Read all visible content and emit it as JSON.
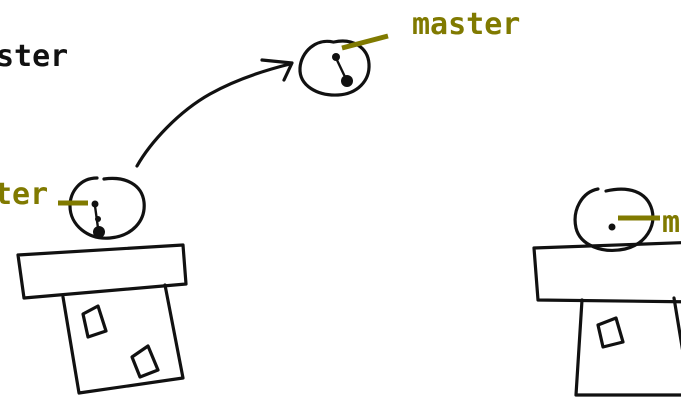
{
  "colors": {
    "branch": "#807a00",
    "ink": "#111111",
    "background": "#ffffff"
  },
  "labels": {
    "top_left_fragment": "ster",
    "remote_branch": "master",
    "left_branch_fragment": "ter",
    "right_branch_fragment": "m"
  }
}
